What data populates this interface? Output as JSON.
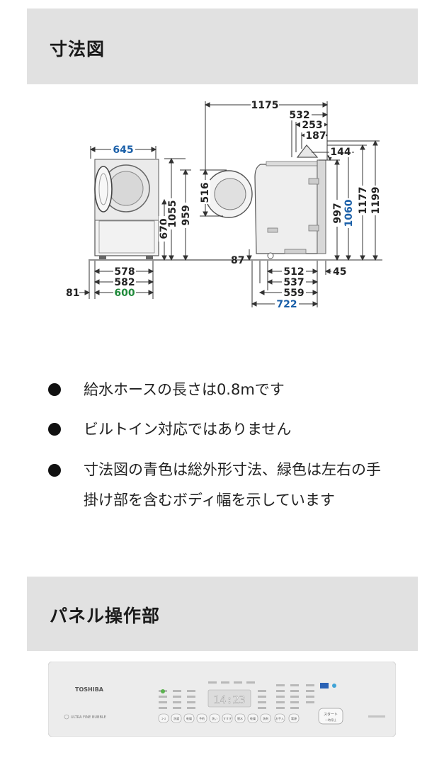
{
  "sections": {
    "dimensions_title": "寸法図",
    "panel_title": "パネル操作部"
  },
  "notes": [
    "給水ホースの長さは0.8mです",
    "ビルトイン対応ではありません",
    "寸法図の青色は総外形寸法、緑色は左右の手掛け部を含むボディ幅を示しています"
  ],
  "diagram_labels": {
    "front_width": "645",
    "front_578": "578",
    "front_582": "582",
    "front_600": "600",
    "front_81": "81",
    "front_670": "670",
    "front_1055": "1055",
    "front_959": "959",
    "door_516": "516",
    "top_1175": "1175",
    "top_532": "532",
    "top_253": "253",
    "top_187": "187",
    "side_144": "144",
    "side_997": "997",
    "side_1060": "1060",
    "side_1177": "1177",
    "side_1199": "1199",
    "base_87": "87",
    "bottom_512": "512",
    "bottom_45": "45",
    "bottom_537": "537",
    "bottom_559": "559",
    "bottom_722": "722"
  },
  "colors": {
    "blue_total": "#1a5fa8",
    "green_body": "#1f8a3a",
    "header_bg": "#e1e1e1"
  },
  "panel": {
    "brand": "TOSHIBA",
    "sub_brand": "ULTRA FINE BUBBLE",
    "display": "14:23",
    "start_button": "スタート",
    "start_sub": "一時停止",
    "buttons": [
      "ｺｰｽ",
      "洗濯",
      "乾燥",
      "予約",
      "洗い",
      "すすぎ",
      "脱水",
      "乾燥",
      "洗剤",
      "お手入",
      "電源"
    ]
  }
}
